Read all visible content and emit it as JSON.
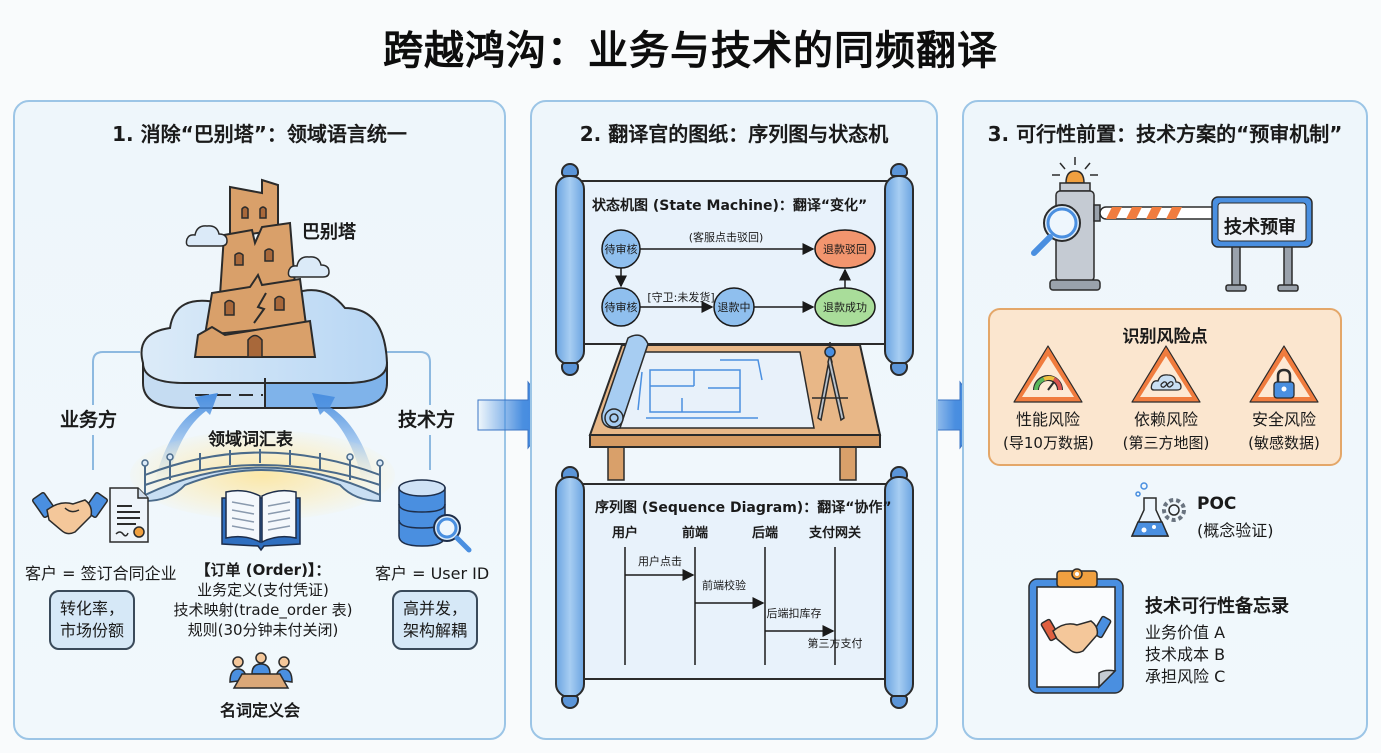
{
  "title": "跨越鸿沟：业务与技术的同频翻译",
  "panels": [
    {
      "title": "1. 消除“巴别塔”：领域语言统一",
      "tower_label": "巴别塔",
      "business_side": "业务方",
      "tech_side": "技术方",
      "glossary_label": "领域词汇表",
      "business_definition": "客户 = 签订合同企业",
      "business_bubble": [
        "转化率，",
        "市场份额"
      ],
      "tech_definition": "客户 = User ID",
      "tech_bubble": [
        "高并发，",
        "架构解耦"
      ],
      "order_term": {
        "title": "【订单 (Order)】：",
        "lines": [
          "业务定义(支付凭证)",
          "技术映射(trade_order 表)",
          "规则(30分钟未付关闭)"
        ]
      },
      "meeting_label": "名词定义会"
    },
    {
      "title": "2. 翻译官的图纸：序列图与状态机",
      "state_machine": {
        "title": "状态机图 (State Machine)：翻译“变化”",
        "nodes": [
          {
            "id": "n1",
            "label": "待审核",
            "color": "#8fbfee"
          },
          {
            "id": "n2",
            "label": "待审核",
            "color": "#8fbfee"
          },
          {
            "id": "n3",
            "label": "退款中",
            "color": "#8fbfee"
          },
          {
            "id": "n4",
            "label": "退款成功",
            "color": "#a9dd9a"
          },
          {
            "id": "n5",
            "label": "退款驳回",
            "color": "#f2956e"
          }
        ],
        "edges": [
          {
            "from": "n1",
            "to": "n5",
            "label": "(客服点击驳回)"
          },
          {
            "from": "n1",
            "to": "n2",
            "label": ""
          },
          {
            "from": "n2",
            "to": "n3",
            "label": "[守卫:未发货]"
          },
          {
            "from": "n3",
            "to": "n4",
            "label": ""
          },
          {
            "from": "n4",
            "to": "n5",
            "label": ""
          }
        ]
      },
      "sequence": {
        "title": "序列图 (Sequence Diagram)：翻译“协作”",
        "actors": [
          "用户",
          "前端",
          "后端",
          "支付网关"
        ],
        "messages": [
          {
            "from": 0,
            "to": 1,
            "label": "用户点击"
          },
          {
            "from": 1,
            "to": 2,
            "label": "前端校验"
          },
          {
            "from": 2,
            "to": 3,
            "label": "后端扣库存"
          },
          {
            "from": 3,
            "to": 3,
            "label": "第三方支付"
          }
        ]
      }
    },
    {
      "title": "3. 可行性前置：技术方案的“预审机制”",
      "gate_sign": "技术预审",
      "risk_title": "识别风险点",
      "risks": [
        {
          "name": "性能风险",
          "detail": "(导10万数据)",
          "icon": "speedometer-icon"
        },
        {
          "name": "依赖风险",
          "detail": "(第三方地图)",
          "icon": "cloud-link-icon"
        },
        {
          "name": "安全风险",
          "detail": "(敏感数据)",
          "icon": "padlock-icon"
        }
      ],
      "poc_title": "POC",
      "poc_subtitle": "(概念验证)",
      "memo_title": "技术可行性备忘录",
      "memo_items": [
        "业务价值 A",
        "技术成本 B",
        "承担风险 C"
      ]
    }
  ],
  "colors": {
    "panel_border": "#9cc5e6",
    "accent_blue": "#4a8fe0",
    "tower": "#d9a06a",
    "risk_box": "#fbe6cf",
    "warning": "#f07c3e"
  }
}
